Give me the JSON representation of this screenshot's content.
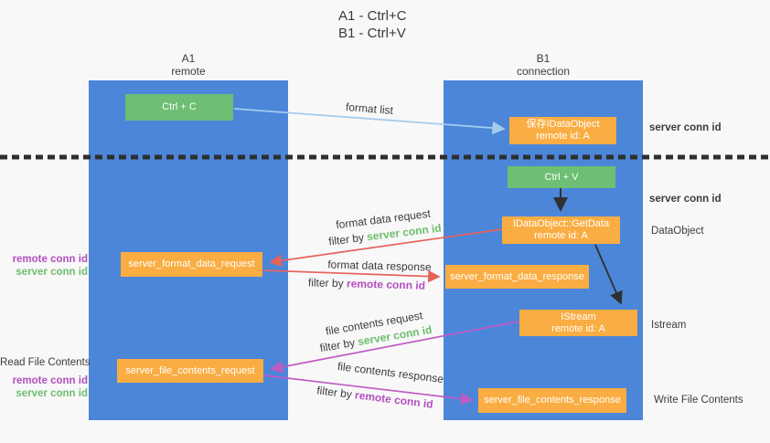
{
  "title": {
    "line1": "A1 - Ctrl+C",
    "line2": "B1 - Ctrl+V"
  },
  "columns": {
    "a1": {
      "name": "A1",
      "subtitle": "remote"
    },
    "b1": {
      "name": "B1",
      "subtitle": "connection"
    }
  },
  "boxes": {
    "ctrl_c": {
      "label": "Ctrl + C"
    },
    "ctrl_v": {
      "label": "Ctrl + V"
    },
    "save_idataobject": {
      "line1": "保存IDataObject",
      "line2": "remote id: A"
    },
    "getdata": {
      "line1": "IDataObject::GetData",
      "line2": "remote id: A"
    },
    "istream": {
      "line1": "IStream",
      "line2": "remote id: A"
    },
    "format_request": {
      "label": "server_format_data_request"
    },
    "format_response": {
      "label": "server_format_data_response"
    },
    "file_request": {
      "label": "server_file_contents_request"
    },
    "file_response": {
      "label": "server_file_contents_response"
    }
  },
  "arrow_labels": {
    "format_list": "format list",
    "format_data_request": "format data request",
    "format_data_response": "format data response",
    "file_contents_request": "file contents request",
    "file_contents_response": "file contents response",
    "filter_by": "filter by",
    "server_conn_id": "server conn id",
    "remote_conn_id": "remote conn id"
  },
  "annotations": {
    "server_conn_id_top_right": "server conn id",
    "server_conn_id_mid_right": "server conn id",
    "dataobject": "DataObject",
    "istream": "Istream",
    "write_file_contents": "Write File Contents",
    "read_file_contents": "Read File Contents",
    "remote_conn_id_left_upper": "remote conn id",
    "server_conn_id_left_upper": "server conn id",
    "remote_conn_id_left_lower": "remote conn id",
    "server_conn_id_left_lower": "server conn id"
  },
  "colors": {
    "column_blue": "#4C86D9",
    "box_green": "#6EBE74",
    "box_orange": "#F9AD42",
    "arrow_blue": "#A3CCEE",
    "arrow_red": "#E8625C",
    "arrow_magenta": "#C05BC5",
    "arrow_black": "#303030",
    "text_green": "#6DBE6E",
    "text_purple": "#B44FC0",
    "background": "#F8F8F8"
  }
}
